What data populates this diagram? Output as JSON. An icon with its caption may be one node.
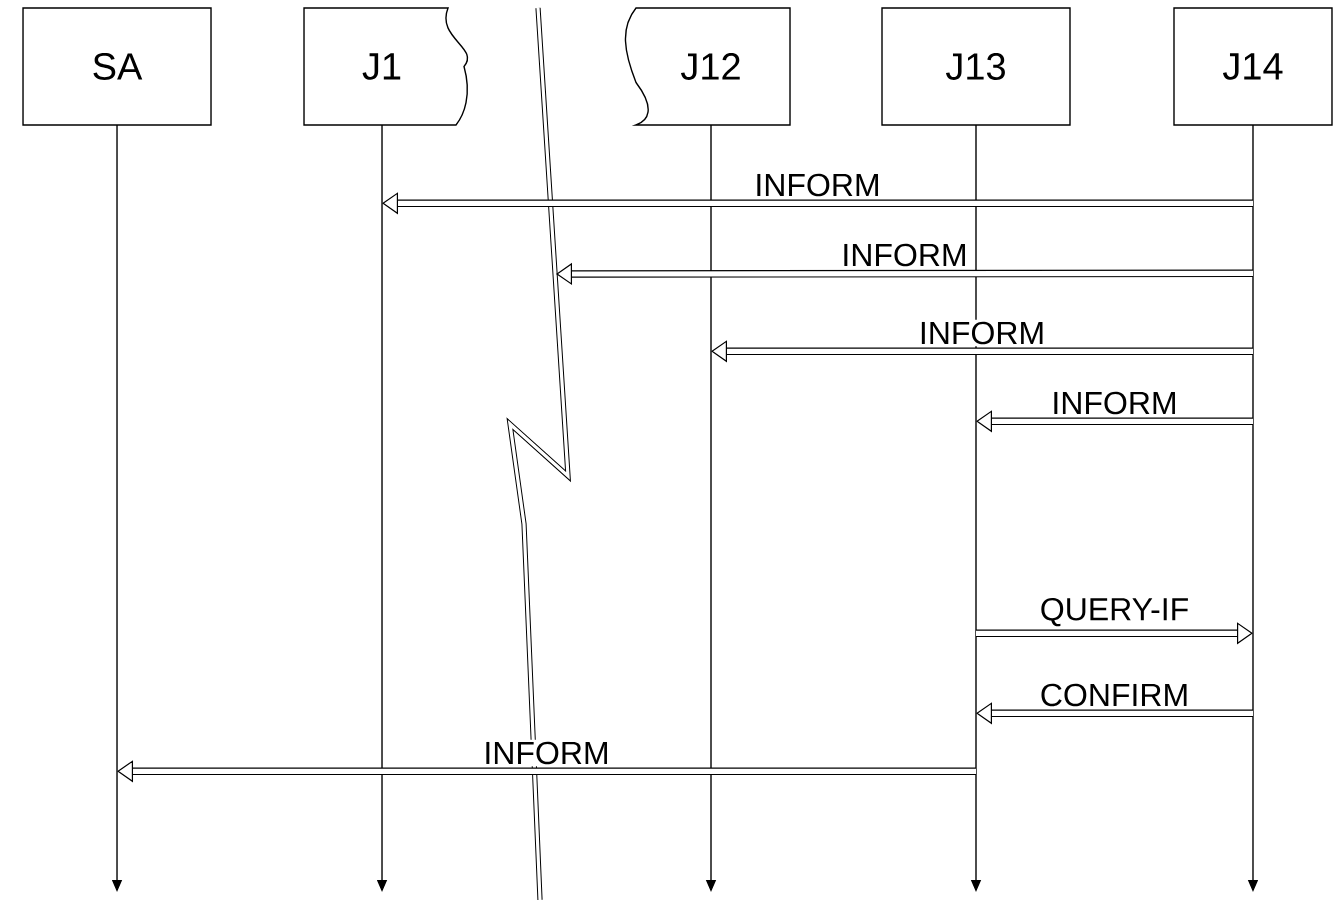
{
  "diagram": {
    "nodes": [
      {
        "text": [
          "SA"
        ]
      },
      {
        "text": [
          "J1"
        ]
      },
      {
        "text": [
          "J12"
        ]
      },
      {
        "text": [
          "J13"
        ]
      },
      {
        "text": [
          "J14"
        ]
      },
      {
        "text": [],
        "shape": "bar"
      },
      {
        "text": [],
        "shape": "bar"
      },
      {
        "text": [],
        "shape": "bar"
      },
      {
        "text": [],
        "shape": "bar"
      },
      {
        "text": [],
        "shape": "bar"
      }
    ],
    "edges": [
      {
        "from": 9,
        "to": 6,
        "arrow": "to",
        "label": "INFORM"
      },
      {
        "from": 9,
        "to": null,
        "arrow": "to",
        "label": "INFORM"
      },
      {
        "from": 9,
        "to": 7,
        "arrow": "to",
        "label": "INFORM"
      },
      {
        "from": 9,
        "to": 8,
        "arrow": "to",
        "label": "INFORM"
      },
      {
        "from": 8,
        "to": 9,
        "arrow": "to",
        "label": "QUERY-IF"
      },
      {
        "from": 9,
        "to": 8,
        "arrow": "to",
        "label": "CONFIRM"
      },
      {
        "from": 8,
        "to": 5,
        "arrow": "to",
        "label": "INFORM"
      }
    ]
  }
}
